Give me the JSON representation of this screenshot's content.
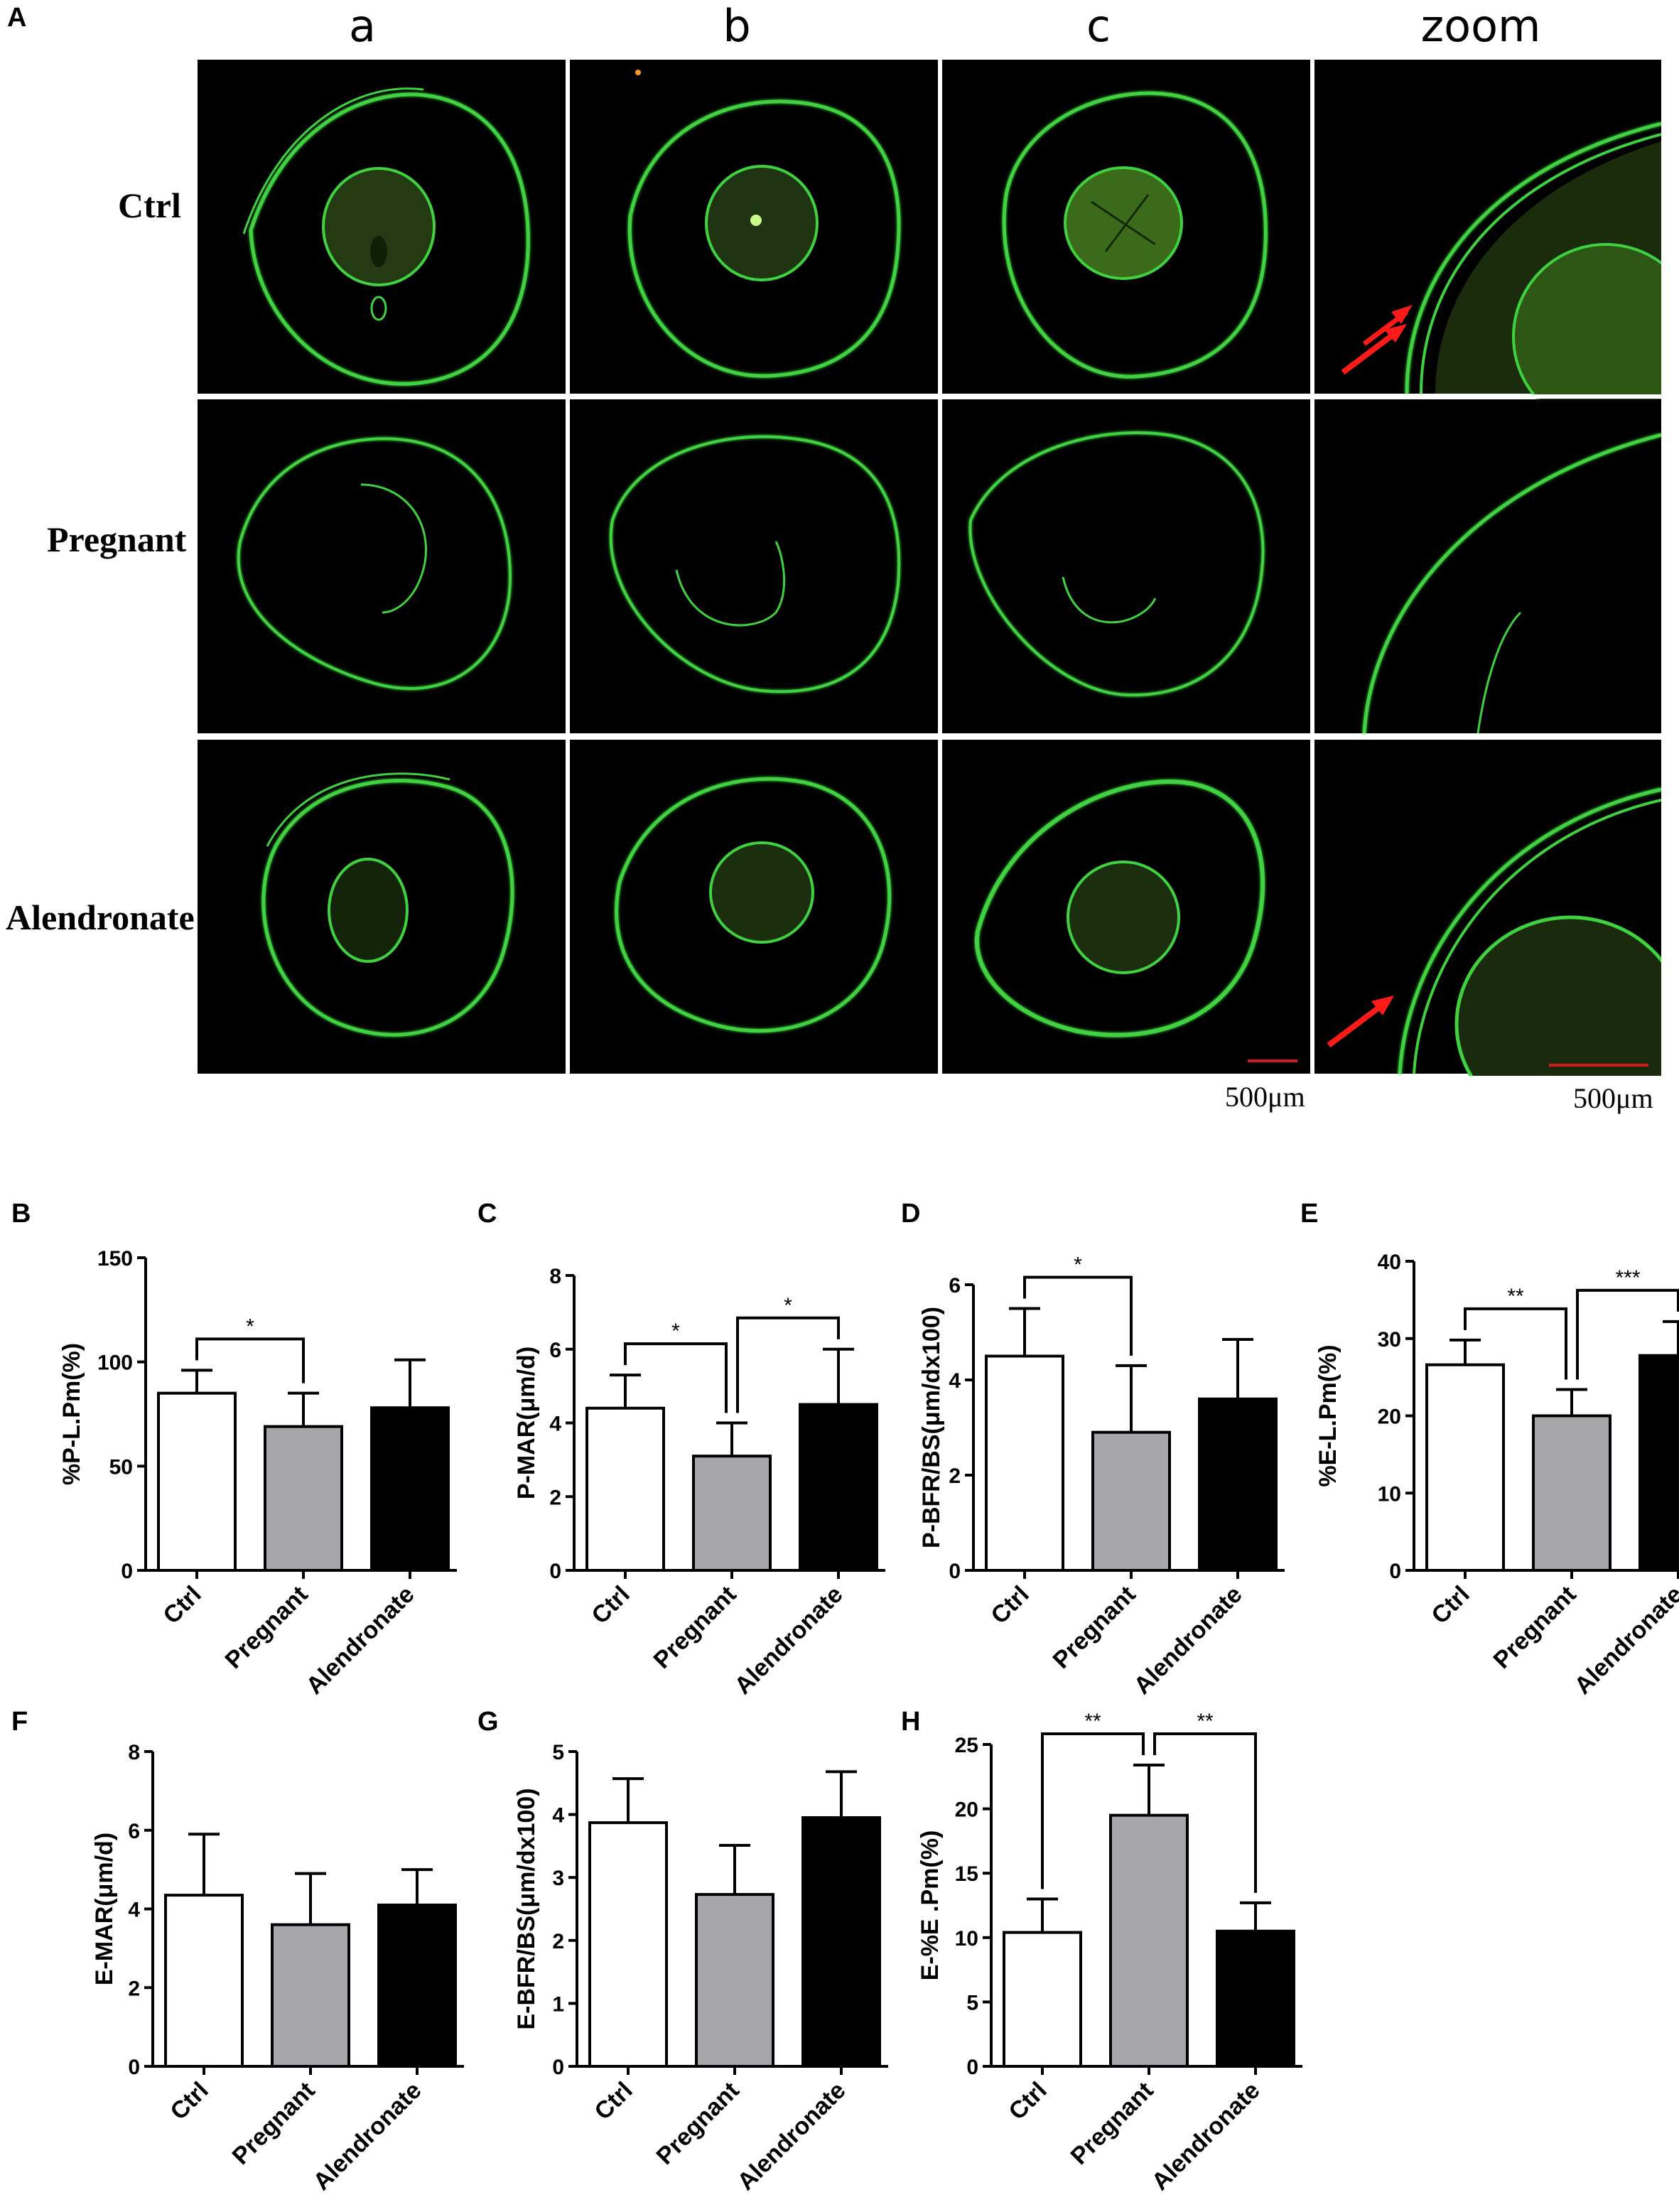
{
  "figure": {
    "panel_a_letter": "A",
    "columns": [
      "a",
      "b",
      "c",
      "zoom"
    ],
    "rows": [
      "Ctrl",
      "Pregnant",
      "Alendronate"
    ],
    "scale_labels": [
      "500μm",
      "500μm"
    ],
    "colors": {
      "fluorescence": "#3fd23f",
      "background": "#000000",
      "arrow": "#ff1a1a",
      "scalebar": "#d41a1a"
    }
  },
  "chart_data": [
    {
      "panel": "B",
      "type": "bar",
      "ylabel": "%P-L.Pm(%)",
      "categories": [
        "Ctrl",
        "Pregnant",
        "Alendronate"
      ],
      "values": [
        85,
        69,
        78
      ],
      "errors": [
        11,
        16,
        23
      ],
      "ylim": [
        0,
        150
      ],
      "yticks": [
        0,
        50,
        100,
        150
      ],
      "fills": [
        "#ffffff",
        "#a6a6ab",
        "#000000"
      ],
      "significance": [
        {
          "from": 0,
          "to": 1,
          "label": "*"
        }
      ]
    },
    {
      "panel": "C",
      "type": "bar",
      "ylabel": "P-MAR(μm/d)",
      "categories": [
        "Ctrl",
        "Pregnant",
        "Alendronate"
      ],
      "values": [
        4.4,
        3.1,
        4.5
      ],
      "errors": [
        0.9,
        0.9,
        1.5
      ],
      "ylim": [
        0,
        8
      ],
      "yticks": [
        0,
        2,
        4,
        6,
        8
      ],
      "fills": [
        "#ffffff",
        "#a6a6ab",
        "#000000"
      ],
      "significance": [
        {
          "from": 0,
          "to": 1,
          "label": "*"
        },
        {
          "from": 1,
          "to": 2,
          "label": "*"
        }
      ]
    },
    {
      "panel": "D",
      "type": "bar",
      "ylabel": "P-BFR/BS(μm/dx100)",
      "categories": [
        "Ctrl",
        "Pregnant",
        "Alendronate"
      ],
      "values": [
        4.5,
        2.9,
        3.6
      ],
      "errors": [
        1.0,
        1.4,
        1.25
      ],
      "ylim": [
        0,
        6
      ],
      "yticks": [
        0,
        2,
        4,
        6
      ],
      "fills": [
        "#ffffff",
        "#a6a6ab",
        "#000000"
      ],
      "significance": [
        {
          "from": 0,
          "to": 1,
          "label": "*"
        }
      ]
    },
    {
      "panel": "E",
      "type": "bar",
      "ylabel": "%E-L.Pm(%)",
      "categories": [
        "Ctrl",
        "Pregnant",
        "Alendronate"
      ],
      "values": [
        26.6,
        20,
        27.8
      ],
      "errors": [
        3.2,
        3.4,
        4.4
      ],
      "ylim": [
        0,
        40
      ],
      "yticks": [
        0,
        10,
        20,
        30,
        40
      ],
      "fills": [
        "#ffffff",
        "#a6a6ab",
        "#000000"
      ],
      "significance": [
        {
          "from": 0,
          "to": 1,
          "label": "**"
        },
        {
          "from": 1,
          "to": 2,
          "label": "***"
        }
      ]
    },
    {
      "panel": "F",
      "type": "bar",
      "ylabel": "E-MAR(μm/d)",
      "categories": [
        "Ctrl",
        "Pregnant",
        "Alendronate"
      ],
      "values": [
        4.35,
        3.6,
        4.1
      ],
      "errors": [
        1.55,
        1.3,
        0.9
      ],
      "ylim": [
        0,
        8
      ],
      "yticks": [
        0,
        2,
        4,
        6,
        8
      ],
      "fills": [
        "#ffffff",
        "#a6a6ab",
        "#000000"
      ],
      "significance": []
    },
    {
      "panel": "G",
      "type": "bar",
      "ylabel": "E-BFR/BS(μm/dx100)",
      "categories": [
        "Ctrl",
        "Pregnant",
        "Alendronate"
      ],
      "values": [
        3.87,
        2.73,
        3.95
      ],
      "errors": [
        0.7,
        0.78,
        0.73
      ],
      "ylim": [
        0,
        5
      ],
      "yticks": [
        0,
        1,
        2,
        3,
        4,
        5
      ],
      "fills": [
        "#ffffff",
        "#a6a6ab",
        "#000000"
      ],
      "significance": []
    },
    {
      "panel": "H",
      "type": "bar",
      "ylabel": "E-%E .Pm(%)",
      "categories": [
        "Ctrl",
        "Pregnant",
        "Alendronate"
      ],
      "values": [
        10.4,
        19.5,
        10.5
      ],
      "errors": [
        2.6,
        3.9,
        2.2
      ],
      "ylim": [
        0,
        25
      ],
      "yticks": [
        0,
        5,
        10,
        15,
        20,
        25
      ],
      "fills": [
        "#ffffff",
        "#a6a6ab",
        "#000000"
      ],
      "significance": [
        {
          "from": 0,
          "to": 1,
          "label": "**"
        },
        {
          "from": 1,
          "to": 2,
          "label": "**"
        }
      ]
    }
  ]
}
